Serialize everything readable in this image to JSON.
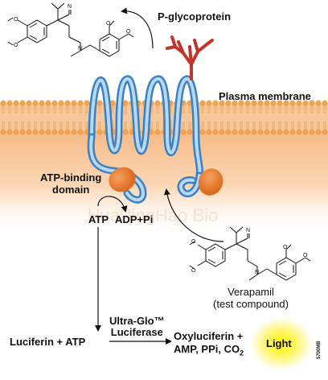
{
  "labels": {
    "pgp": "P-glycoprotein",
    "membrane": "Plasma membrane",
    "atp_domain_line1": "ATP-binding",
    "atp_domain_line2": "domain",
    "atp": "ATP",
    "adp": "ADP+Pi",
    "verapamil_line1": "Verapamil",
    "verapamil_line2": "(test compound)",
    "enzyme_line1": "Ultra-Glo™",
    "enzyme_line2": "Luciferase",
    "substrates": "Luciferin + ATP",
    "products_line1": "Oxyluciferin +",
    "products_line2": "AMP, PPi, CO",
    "products_sub": "2",
    "light": "Light",
    "figure_code": "5700MB",
    "watermark": "HuaPingHao Bio"
  },
  "colors": {
    "membrane_band": "#f5c79a",
    "lipid_head": "#f0a254",
    "protein_stroke": "#3a82c4",
    "protein_fill": "#a9d0ef",
    "atp_domain": "#e8762a",
    "glycan": "#c0342a",
    "light_glow": "#fff21a"
  }
}
